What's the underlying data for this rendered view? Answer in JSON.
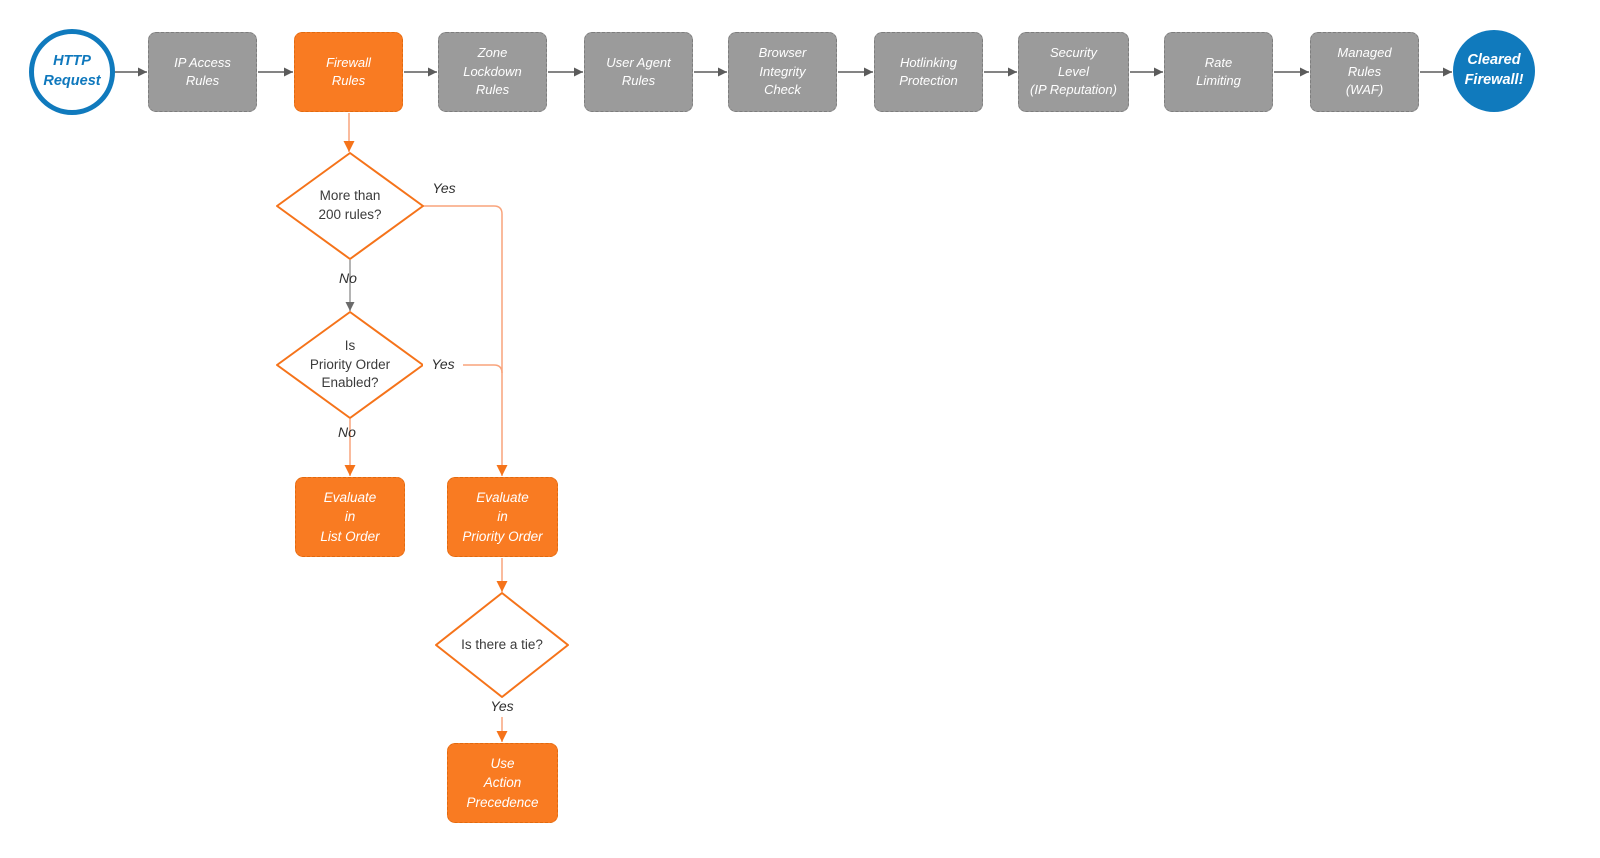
{
  "nodes": {
    "start": "HTTP\nRequest",
    "steps": [
      "IP Access\nRules",
      "Firewall\nRules",
      "Zone\nLockdown\nRules",
      "User Agent\nRules",
      "Browser\nIntegrity\nCheck",
      "Hotlinking\nProtection",
      "Security\nLevel\n(IP Reputation)",
      "Rate\nLimiting",
      "Managed\nRules\n(WAF)"
    ],
    "end": "Cleared\nFirewall!"
  },
  "tree": {
    "q_rules": "More than\n200 rules?",
    "q_priority": "Is\nPriority Order\nEnabled?",
    "q_tie": "Is there a tie?",
    "labels": {
      "yes1": "Yes",
      "no1": "No",
      "yes2": "Yes",
      "no2": "No",
      "yes3": "Yes"
    },
    "evaluate_list": "Evaluate\nin\nList Order",
    "evaluate_priority": "Evaluate\nin\nPriority Order",
    "action": "Use\nAction\nPrecedence"
  },
  "colors": {
    "orange_fill": "#f97b22",
    "orange_stroke": "#f5731a",
    "orange_light_line": "#f9a47c",
    "blue": "#107abd",
    "gray_fill": "#9b9b9b",
    "gray_border": "#7d7d7d",
    "arrow_gray": "#5b5b5b",
    "no_line_gray": "#9a9a9a",
    "text_dark": "#3b3b3b"
  }
}
